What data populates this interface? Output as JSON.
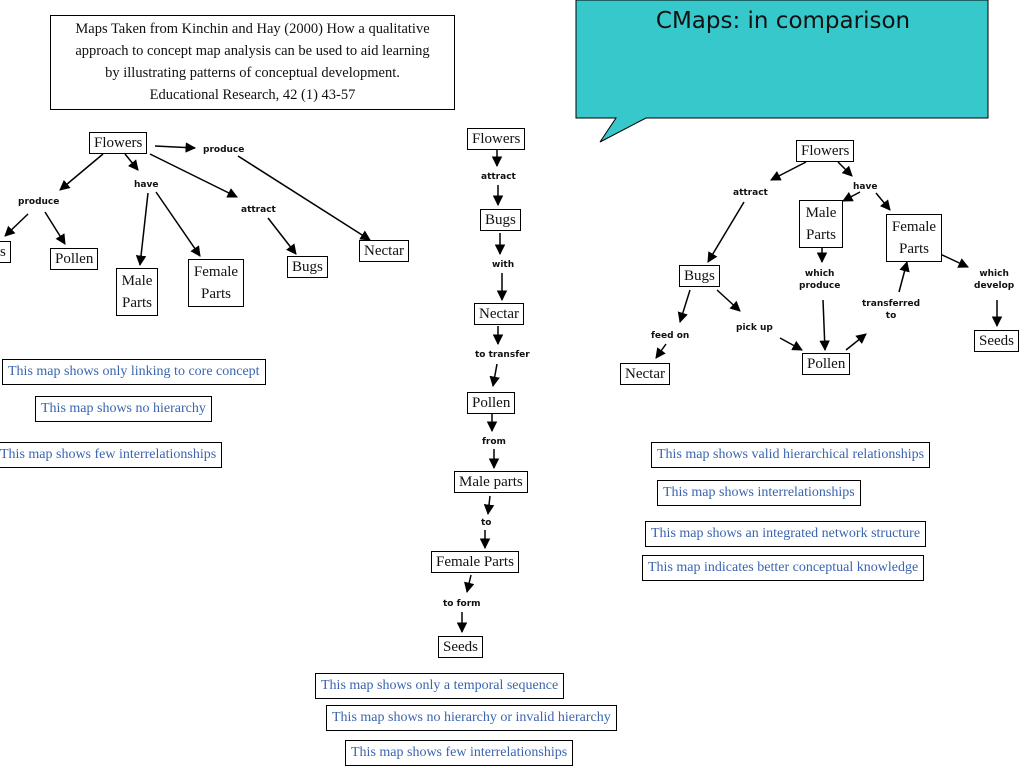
{
  "citation": {
    "lines": [
      "Maps Taken from Kinchin and Hay (2000) How a qualitative",
      "approach to concept map analysis can be used to aid learning",
      "by illustrating patterns of conceptual development.",
      "Educational Research, 42 (1) 43-57"
    ]
  },
  "callout": {
    "title": "CMaps: in comparison",
    "fill": "#37c8cc"
  },
  "spoke_map": {
    "nodes": {
      "flowers": "Flowers",
      "seeds_partial": "s",
      "pollen": "Pollen",
      "male_parts": [
        "Male",
        "Parts"
      ],
      "female_parts": [
        "Female",
        "Parts"
      ],
      "bugs": "Bugs",
      "nectar": "Nectar"
    },
    "links": {
      "produce_right": "produce",
      "produce_left": "produce",
      "have": "have",
      "attract": "attract"
    },
    "captions": [
      "This map shows only linking to core concept",
      "This map shows no hierarchy",
      "This map shows few interrelationships"
    ]
  },
  "chain_map": {
    "nodes": {
      "flowers": "Flowers",
      "bugs": "Bugs",
      "nectar": "Nectar",
      "pollen": "Pollen",
      "male_parts": "Male parts",
      "female_parts": "Female Parts",
      "seeds": "Seeds"
    },
    "links": {
      "attract": "attract",
      "with": "with",
      "to_transfer": "to transfer",
      "from": "from",
      "to": "to",
      "to_form": "to form"
    },
    "captions": [
      "This map shows only a temporal sequence",
      "This map shows no hierarchy or invalid hierarchy",
      "This map shows few interrelationships"
    ]
  },
  "network_map": {
    "nodes": {
      "flowers": "Flowers",
      "male_parts": [
        "Male",
        "Parts"
      ],
      "female_parts": [
        "Female",
        "Parts"
      ],
      "bugs": "Bugs",
      "nectar": "Nectar",
      "pollen": "Pollen",
      "seeds": "Seeds"
    },
    "links": {
      "attract": "attract",
      "have": "have",
      "which_produce": [
        "which",
        "produce"
      ],
      "transferred_to": [
        "transferred",
        "to"
      ],
      "which_develop": [
        "which",
        "develop"
      ],
      "feed_on": "feed on",
      "pick_up": "pick up"
    },
    "captions": [
      "This map shows valid hierarchical relationships",
      "This map shows interrelationships",
      "This map shows an integrated network structure",
      "This map indicates better conceptual knowledge"
    ]
  }
}
